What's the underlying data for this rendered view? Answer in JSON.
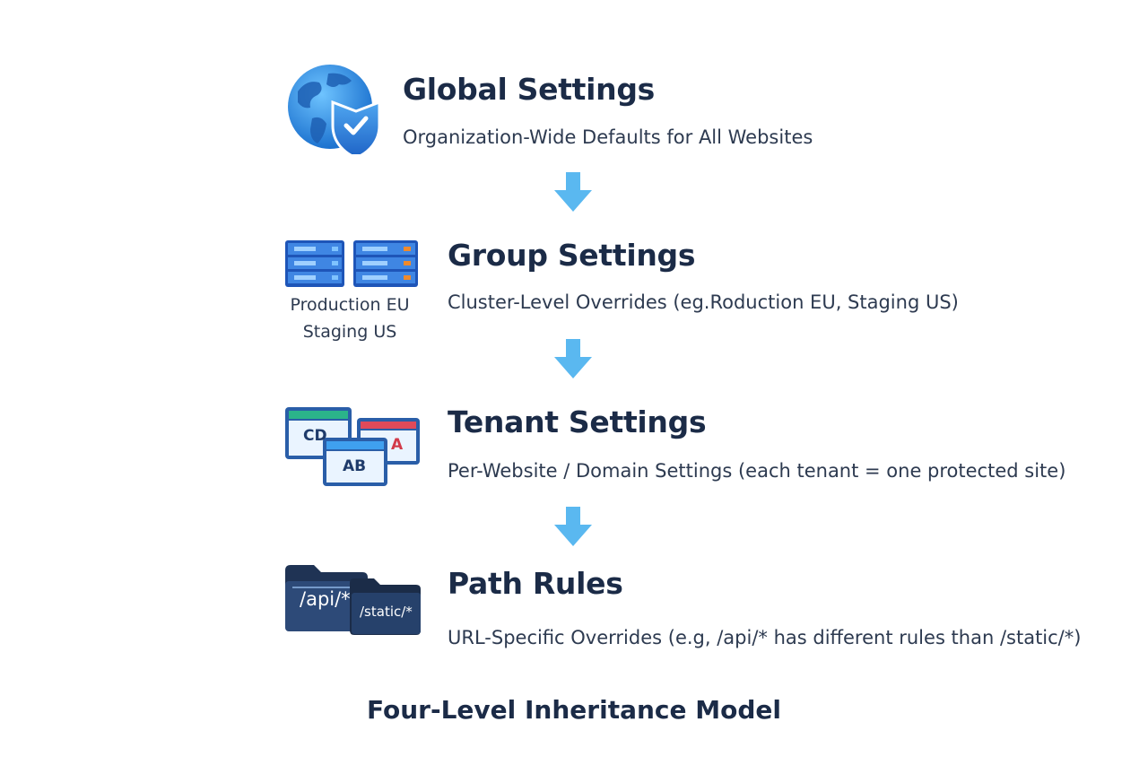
{
  "levels": [
    {
      "title": "Global Settings",
      "subtitle": "Organization-Wide Defaults for All Websites",
      "icon": "globe-shield-icon"
    },
    {
      "title": "Group Settings",
      "subtitle": "Cluster-Level Overrides (eg.Roduction EU, Staging US)",
      "icon": "server-stack-icon",
      "icon_caption": [
        "Production EU",
        "Staging US"
      ]
    },
    {
      "title": "Tenant Settings",
      "subtitle": "Per-Website / Domain Settings (each tenant = one protected site)",
      "icon": "browser-windows-icon",
      "window_labels": [
        "CD",
        "A",
        "AB"
      ]
    },
    {
      "title": "Path Rules",
      "subtitle": "URL-Specific Overrides (e.g, /api/* has different rules than /static/*)",
      "icon": "folders-icon",
      "folder_labels": [
        "/api/*",
        "/static/*"
      ]
    }
  ],
  "footer": "Four-Level Inheritance Model",
  "colors": {
    "title": "#1b2b47",
    "arrow": "#5ab8f0",
    "server": "#2f6fd1",
    "globe": "#2f8fe0",
    "folder": "#1f3354"
  }
}
